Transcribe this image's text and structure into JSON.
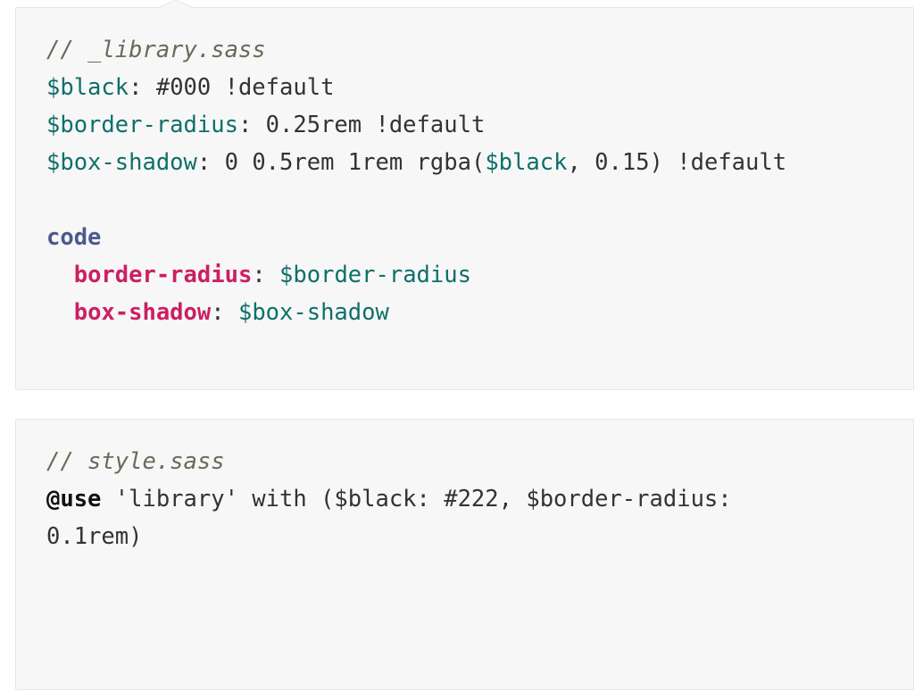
{
  "block1": {
    "comment": "// _library.sass",
    "lines": [
      {
        "var": "$black",
        "sep": ": ",
        "value": "#000 !default"
      },
      {
        "var": "$border-radius",
        "sep": ": ",
        "value": "0.25rem !default"
      },
      {
        "var": "$box-shadow",
        "sep": ": ",
        "value": "0 0.5rem 1rem rgba(",
        "var2": "$black",
        "value2": ", 0.15) !default"
      }
    ],
    "selector": "code",
    "props": [
      {
        "prop": "border-radius",
        "sep": ": ",
        "value": "$border-radius"
      },
      {
        "prop": "box-shadow",
        "sep": ": ",
        "value": "$box-shadow"
      }
    ]
  },
  "block2": {
    "comment": "// style.sass",
    "keyword": "@use",
    "rest1": " 'library' with ($black: #222, $border-radius:",
    "rest2": "0.1rem)"
  },
  "colors": {
    "variable": "#0e6f6a",
    "property": "#cc1f63",
    "selector": "#4b5a8c",
    "comment": "#6a6a5a",
    "background": "#f7f7f7"
  }
}
